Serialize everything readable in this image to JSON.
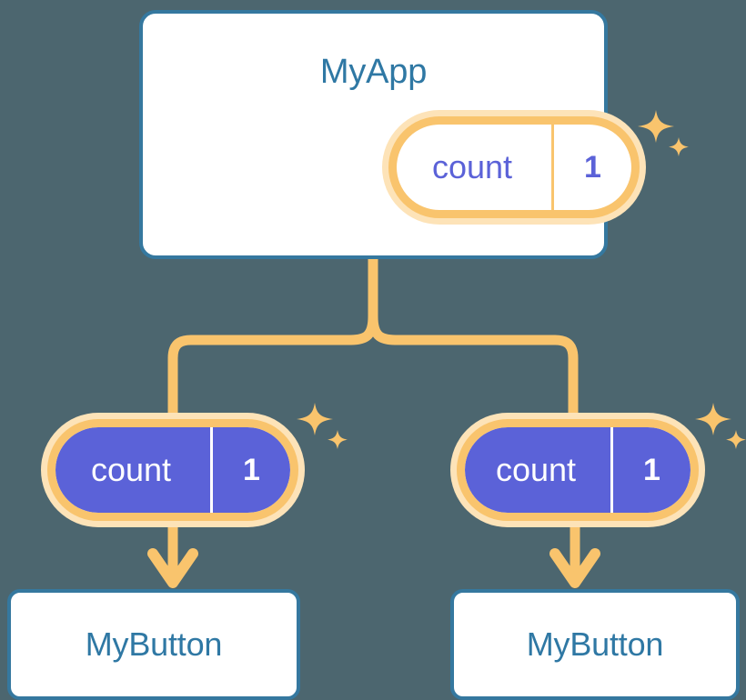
{
  "theme": {
    "background": "#4c666f",
    "card_border": "#35789f",
    "card_fill": "#ffffff",
    "title_text": "#2f78a4",
    "pill_ring": "#f9c46d",
    "pill_halo": "#fde3b8",
    "pill_fill_purple": "#5b62d8",
    "pill_text_purple": "#5b62d8",
    "pill_text_white": "#ffffff",
    "connector": "#f9c46d"
  },
  "diagram": {
    "type": "component-state-tree",
    "root": {
      "title": "MyApp",
      "state": {
        "key": "count",
        "value": "1",
        "style": "outlined"
      },
      "sparkle": "sparkle-icon"
    },
    "branches": [
      {
        "state": {
          "key": "count",
          "value": "1",
          "style": "filled"
        },
        "sparkle": "sparkle-icon",
        "arrow": "arrow-down-icon",
        "child": {
          "title": "MyButton"
        }
      },
      {
        "state": {
          "key": "count",
          "value": "1",
          "style": "filled"
        },
        "sparkle": "sparkle-icon",
        "arrow": "arrow-down-icon",
        "child": {
          "title": "MyButton"
        }
      }
    ]
  }
}
